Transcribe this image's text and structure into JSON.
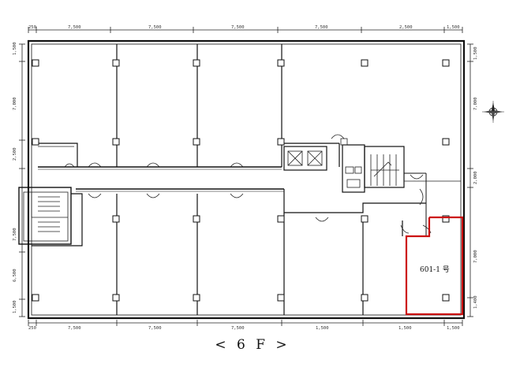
{
  "plan": {
    "floor_label": "< 6 F >",
    "unit_label": "601-1 号",
    "highlight_color": "#cc1111",
    "top_dims": [
      "250",
      "7,500",
      "7,500",
      "7,500",
      "7,500",
      "2,500",
      "1,500"
    ],
    "bottom_dims": [
      "250",
      "7,500",
      "7,500",
      "7,500",
      "1,500",
      "1,500",
      "1,500"
    ],
    "left_dims": [
      "1,500",
      "7,000",
      "2,500",
      "7,500",
      "6,500",
      "1,500"
    ],
    "right_dims": [
      "1,500",
      "7,000",
      "2,000",
      "7,000",
      "1,400"
    ]
  }
}
